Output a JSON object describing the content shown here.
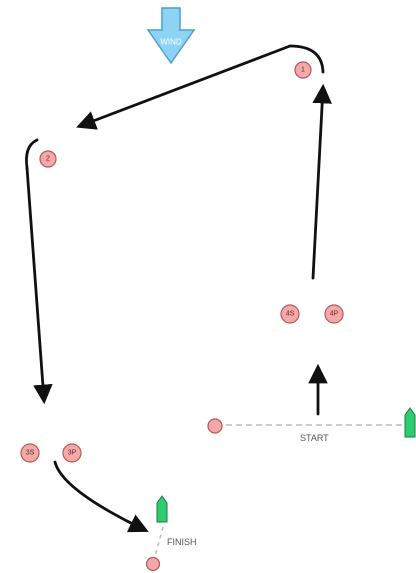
{
  "wind": {
    "label": "WIND",
    "fill_color": "#8fd3f4",
    "stroke_color": "#4a9fd0"
  },
  "marks": {
    "fill_color": "#f4a8a8",
    "stroke_color": "#b05a5a",
    "items": [
      {
        "id": "mark-1",
        "label": "1"
      },
      {
        "id": "mark-2",
        "label": "2"
      },
      {
        "id": "mark-4s",
        "label": "4S"
      },
      {
        "id": "mark-4p",
        "label": "4P"
      },
      {
        "id": "mark-3s",
        "label": "3S"
      },
      {
        "id": "mark-3p",
        "label": "3P"
      },
      {
        "id": "start-pin",
        "label": ""
      },
      {
        "id": "finish-pin",
        "label": ""
      }
    ]
  },
  "lines": {
    "start_label": "START",
    "finish_label": "FINISH",
    "line_color": "#bbbbbb"
  },
  "committee_boat": {
    "icon": "committee-boat-icon",
    "fill_color": "#2ecc71",
    "stroke_color": "#1e7a44"
  },
  "route": {
    "arrow_color": "#111111"
  }
}
